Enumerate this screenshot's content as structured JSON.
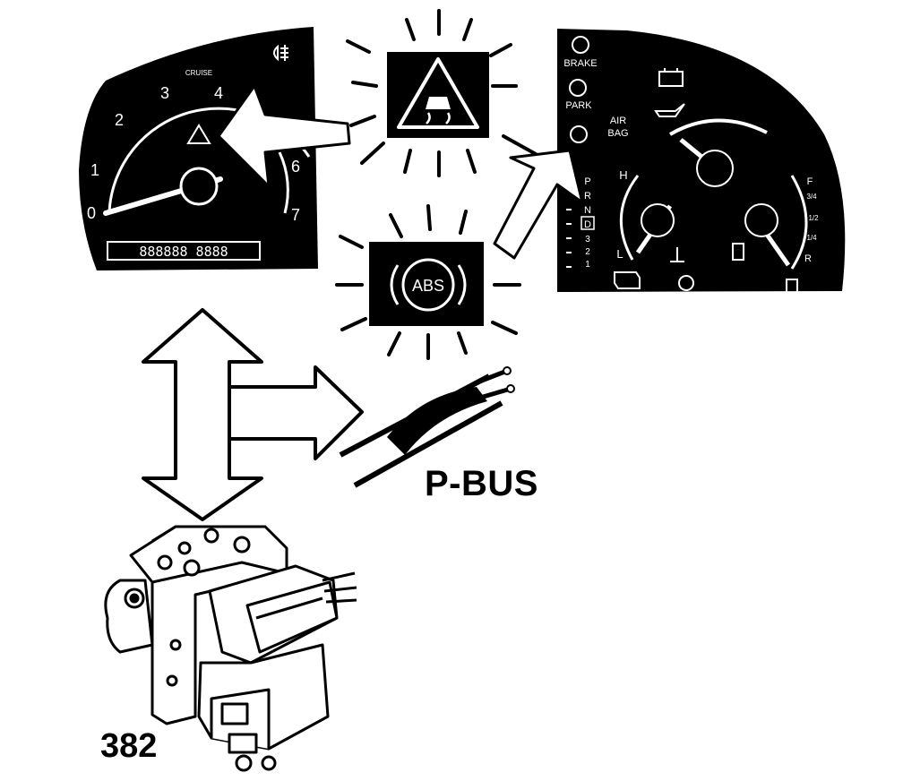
{
  "labels": {
    "bus": "P-BUS",
    "part_number": "382"
  },
  "speedo": {
    "cruise": "CRUISE",
    "ticks": [
      "0",
      "1",
      "2",
      "3",
      "4",
      "6",
      "7"
    ],
    "odometer": "888888 8888"
  },
  "tacho": {
    "brake": "BRAKE",
    "park": "PARK",
    "airbag_line1": "AIR",
    "airbag_line2": "BAG",
    "gears": [
      "P",
      "R",
      "N",
      "D",
      "3",
      "2",
      "1"
    ],
    "temp_high": "H",
    "temp_low": "L",
    "fuel": [
      "F",
      "3/4",
      "1/2",
      "1/4",
      "R"
    ]
  },
  "abs_lamp": {
    "text": "ABS"
  },
  "icons": {
    "traction_warning": "traction-control-warning-icon",
    "abs_warning": "abs-warning-icon",
    "fog_light": "fog-light-icon",
    "battery": "battery-icon",
    "oil": "oil-can-icon",
    "check_engine": "check-engine-icon",
    "fuel_pump": "fuel-pump-icon"
  },
  "colors": {
    "ink": "#000000",
    "paper": "#ffffff"
  }
}
